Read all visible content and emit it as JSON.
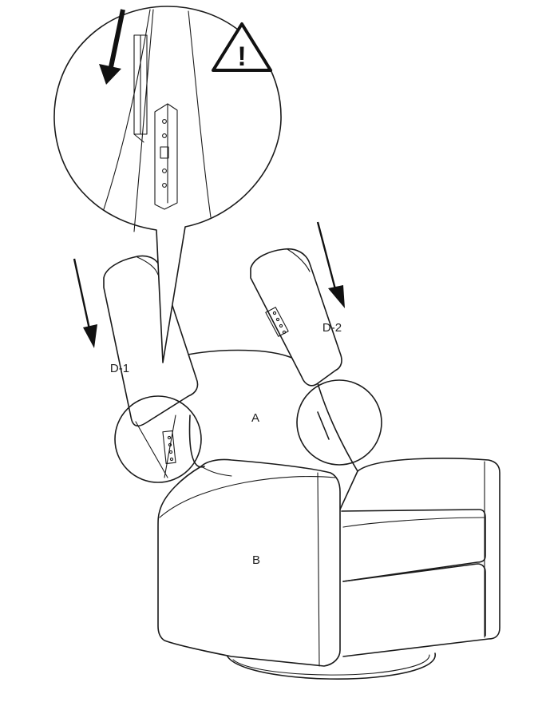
{
  "labels": {
    "part_a": "A",
    "part_b": "B",
    "part_d1": "D-1",
    "part_d2": "D-2"
  },
  "warning": {
    "symbol": "!",
    "icon": "warning-triangle-icon"
  },
  "colors": {
    "line": "#1a1a1a",
    "background": "#ffffff"
  }
}
